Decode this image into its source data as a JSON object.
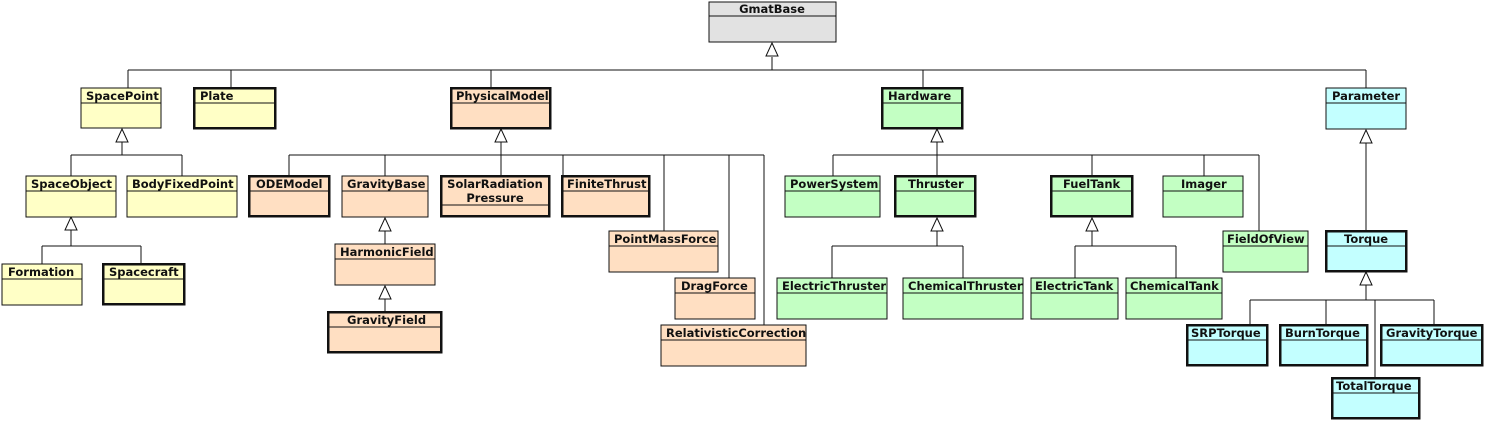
{
  "colors": {
    "base": "#e2e2e2",
    "yellow": "#ffffc6",
    "orange": "#ffdfc2",
    "green": "#c3ffc3",
    "cyan": "#c3ffff",
    "line": "#111111"
  },
  "classes": {
    "gmatbase": "GmatBase",
    "spacepoint": "SpacePoint",
    "plate": "Plate",
    "physicalmodel": "PhysicalModel",
    "hardware": "Hardware",
    "parameter": "Parameter",
    "spaceobject": "SpaceObject",
    "bodyfixedpoint": "BodyFixedPoint",
    "formation": "Formation",
    "spacecraft": "Spacecraft",
    "odemodel": "ODEModel",
    "gravitybase": "GravityBase",
    "solarradiation_1": "SolarRadiation",
    "solarradiation_2": "Pressure",
    "finitethrust": "FiniteThrust",
    "harmonicfield": "HarmonicField",
    "gravityfield": "GravityField",
    "pointmassforce": "PointMassForce",
    "dragforce": "DragForce",
    "relativisticcorrection": "RelativisticCorrection",
    "powersystem": "PowerSystem",
    "thruster": "Thruster",
    "fueltank": "FuelTank",
    "imager": "Imager",
    "fieldofview": "FieldOfView",
    "electricthruster": "ElectricThruster",
    "chemicalthruster": "ChemicalThruster",
    "electrictank": "ElectricTank",
    "chemicaltank": "ChemicalTank",
    "torque": "Torque",
    "srptorque": "SRPTorque",
    "burntorque": "BurnTorque",
    "gravitytorque": "GravityTorque",
    "totaltorque": "TotalTorque"
  }
}
